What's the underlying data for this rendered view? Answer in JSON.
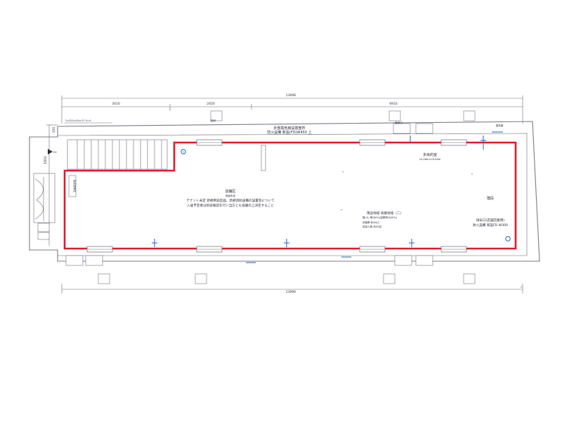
{
  "dimensions": {
    "top_total": "13096",
    "top_seg1": "3410",
    "top_seg2": "2450",
    "top_seg3": "6933",
    "bottom_total": "13096",
    "left_a": "1800",
    "left_b": "320",
    "stair_note": "2×310×34×37.5=4"
  },
  "labels": {
    "top_wall_1": "外部換気扇設置箇所",
    "top_wall_2": "防火設備 新設(FD)W450 上",
    "right_room_1": "多目的室",
    "right_room_2": "10.46m×29.63m",
    "center_1": "店舗区",
    "center_2": "用途未定",
    "center_3": "テナント未定 新規用途区画、新規消防設備の設置等について",
    "center_4": "入居予定者は別途確認を行い当方とも協議の上決定すること",
    "info_1": "用途地域 商業地域（二）",
    "info_2": "建ぺい率(80%)容積率(400%)",
    "info_3": "床面積 約44㎡",
    "info_4": "収容人数 約30名",
    "right_side": "階段",
    "exhaust_1": "排気口(店舗営業用)",
    "exhaust_2": "防火設備 新設FD W300",
    "top_right_mark": "換気扇",
    "left_marker": "EV",
    "left_vertical": "既存鉄骨柱",
    "vent_top": "給気",
    "vent_box": "吸気口",
    "marker_1": "1"
  }
}
